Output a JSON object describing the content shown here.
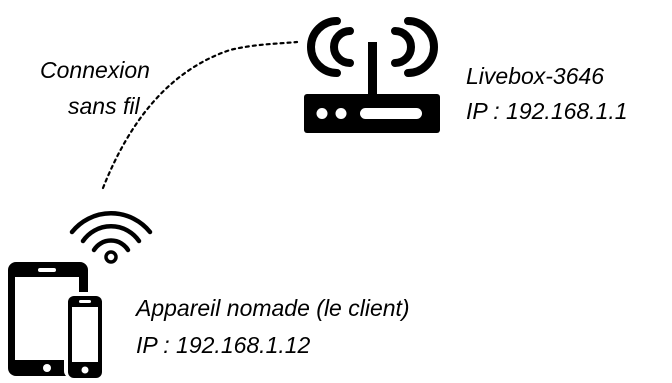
{
  "connection": {
    "line1": "Connexion",
    "line2": "sans fil"
  },
  "router": {
    "name": "Livebox-3646",
    "ip": "IP : 192.168.1.1",
    "icon": "router-icon"
  },
  "client": {
    "name": "Appareil nomade (le client)",
    "ip": "IP : 192.168.1.12",
    "icon": "tablet-phone-icon",
    "signal_icon": "wifi-icon"
  },
  "colors": {
    "ink": "#000000",
    "background": "#ffffff"
  }
}
